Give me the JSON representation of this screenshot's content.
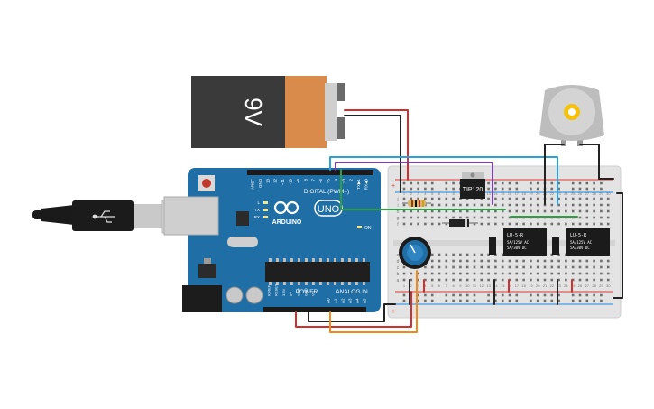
{
  "battery": {
    "label": "9V"
  },
  "arduino": {
    "logo": "ARDUINO",
    "model": "UNO",
    "digital_label": "DIGITAL (PWM~)",
    "power_label": "POWER",
    "analog_label": "ANALOG IN",
    "on_label": "ON",
    "led_labels": [
      "L",
      "TX",
      "RX"
    ],
    "digital_pins": [
      "AREF",
      "GND",
      "13",
      "12",
      "~11",
      "~10",
      "~9",
      "8",
      "7",
      "~6",
      "~5",
      "4",
      "~3",
      "2",
      "TX▶1",
      "RX◀0"
    ],
    "power_pins": [
      "IOREF",
      "RESET",
      "3.3V",
      "5V",
      "GND",
      "GND",
      "Vin"
    ],
    "analog_pins": [
      "A0",
      "A1",
      "A2",
      "A3",
      "A4",
      "A5"
    ]
  },
  "transistor": {
    "label": "TIP120"
  },
  "relays": [
    {
      "model": "LU-5-R",
      "line1": "5A/125V AC",
      "line2": "5A/30V DC"
    },
    {
      "model": "LU-5-R",
      "line1": "5A/125V AC",
      "line2": "5A/30V DC"
    }
  ],
  "breadboard": {
    "row_letters_top": [
      "j",
      "i",
      "h",
      "g",
      "f"
    ],
    "row_letters_bottom": [
      "e",
      "d",
      "c",
      "b",
      "a"
    ],
    "column_numbers": [
      "1",
      "2",
      "3",
      "4",
      "5",
      "6",
      "7",
      "8",
      "9",
      "10",
      "11",
      "12",
      "13",
      "14",
      "15",
      "16",
      "17",
      "18",
      "19",
      "20",
      "21",
      "22",
      "23",
      "24",
      "25",
      "26",
      "27",
      "28",
      "29",
      "30"
    ]
  },
  "colors": {
    "board": "#1f6fa6",
    "breadboard": "#e3e3e3",
    "wire_red": "#d32f2f",
    "wire_black": "#222222",
    "wire_blue": "#2aa1d8",
    "wire_purple": "#7b3fb0",
    "wire_green": "#2ea043",
    "wire_orange": "#ef8a1a"
  }
}
